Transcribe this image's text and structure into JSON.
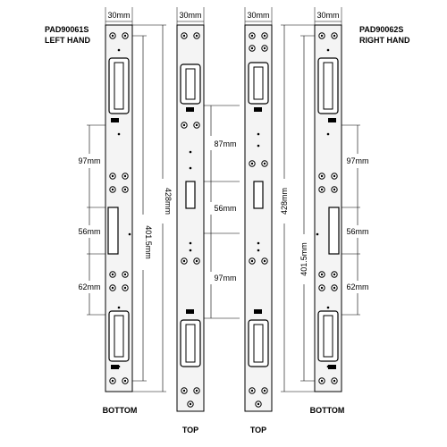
{
  "colors": {
    "stroke": "#000000",
    "plate_fill": "#f4f4f4",
    "background": "#ffffff"
  },
  "labels": {
    "left_code": "PAD90061S",
    "left_hand": "LEFT HAND",
    "right_code": "PAD90062S",
    "right_hand": "RIGHT HAND",
    "bottom": "BOTTOM",
    "top": "TOP"
  },
  "dims": {
    "width": "30mm",
    "length_overall": "428mm",
    "length_centres": "401.5mm",
    "d97": "97mm",
    "d56": "56mm",
    "d62": "62mm",
    "d87": "87mm"
  }
}
